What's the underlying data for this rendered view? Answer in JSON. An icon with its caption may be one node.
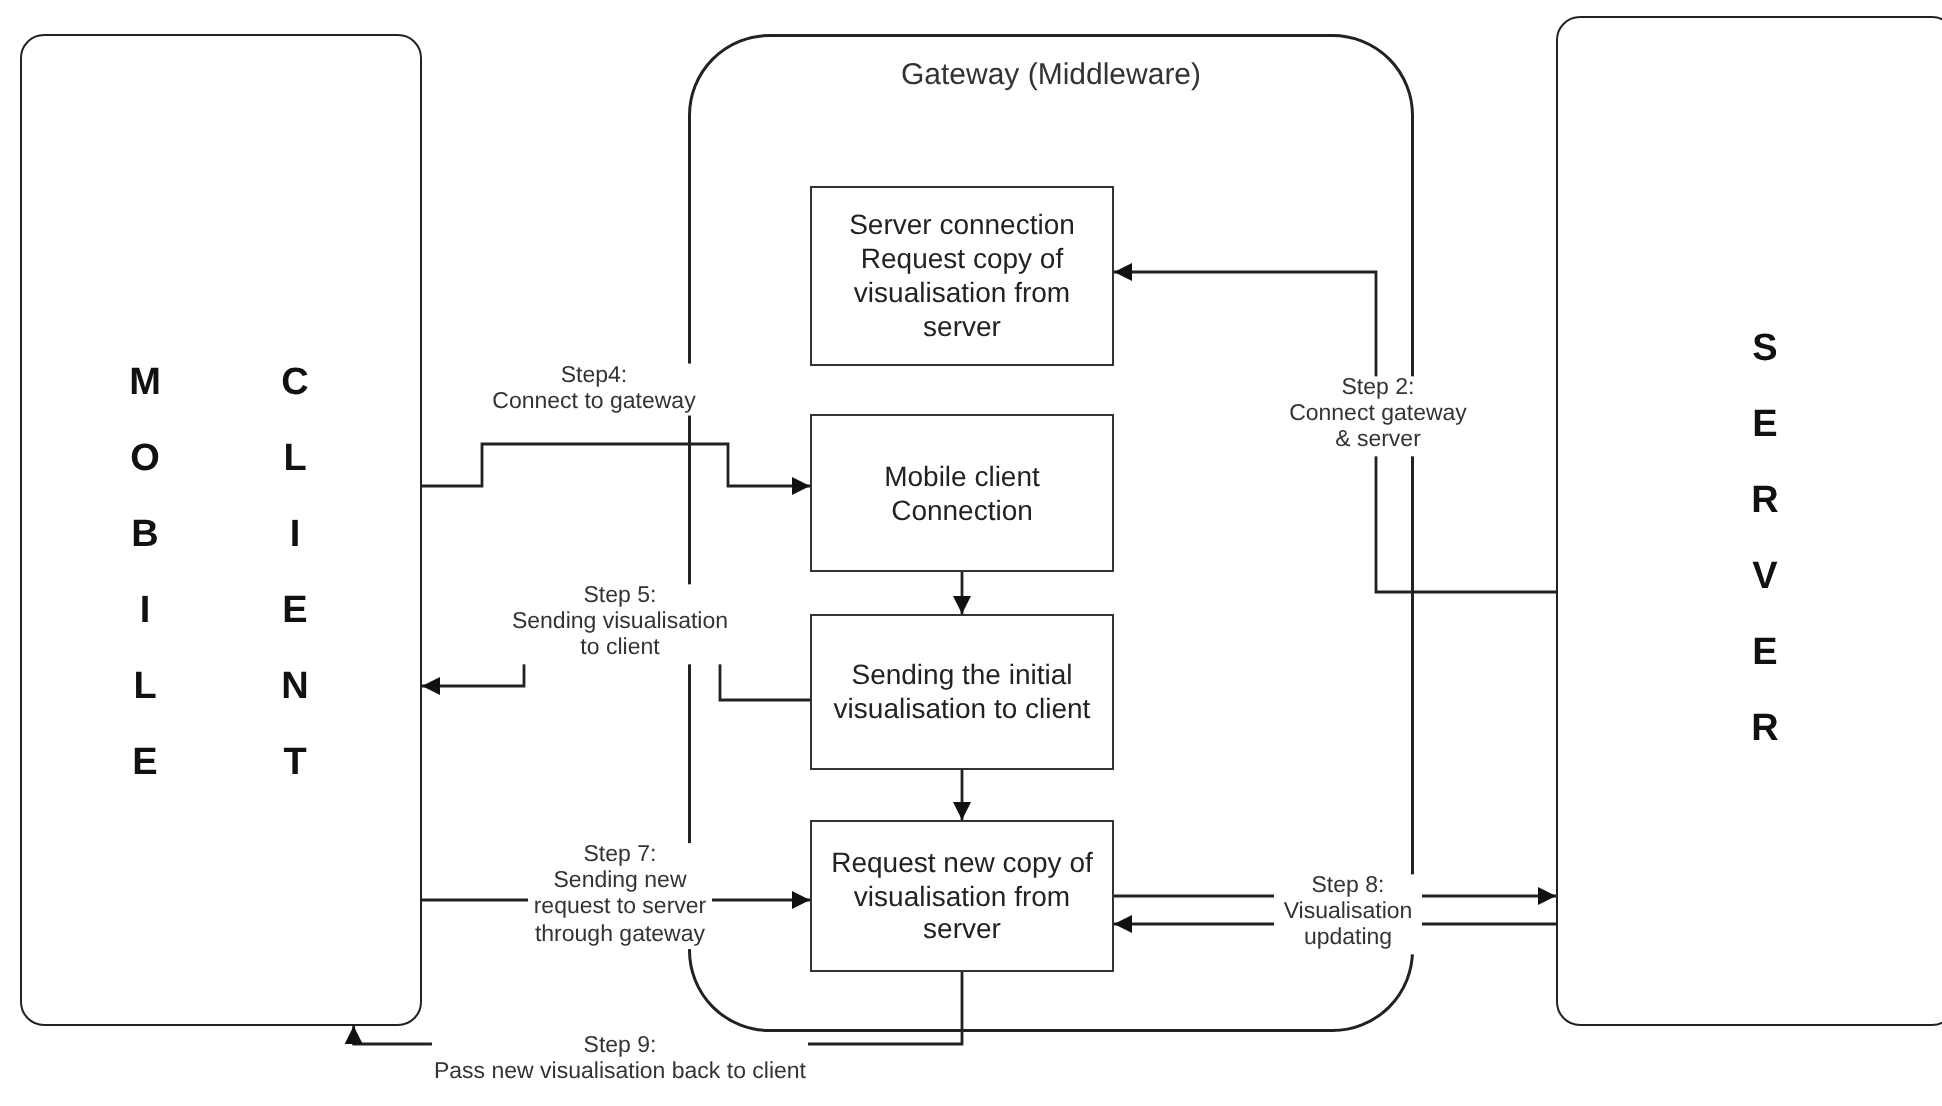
{
  "diagram": {
    "nodes": [
      {
        "text": [
          "MOBILE",
          "CLIENT"
        ]
      },
      {
        "text": [
          "Gateway (Middleware)"
        ]
      },
      {
        "text": [
          "Server connection",
          "Request copy of visualisation from server"
        ],
        "in": 1
      },
      {
        "text": [
          "Mobile client Connection"
        ],
        "in": 1
      },
      {
        "text": [
          "Sending the initial visualisation to client"
        ],
        "in": 1
      },
      {
        "text": [
          "Request new copy of visualisation from server"
        ],
        "in": 1
      },
      {
        "text": [
          "SERVER"
        ]
      }
    ],
    "edges": [
      {
        "from": 6,
        "to": 2,
        "arrow": "to",
        "label": "Step 2: Connect gateway & server"
      },
      {
        "from": 0,
        "to": 3,
        "arrow": "to",
        "label": "Step4: Connect to gateway"
      },
      {
        "from": 3,
        "to": 4,
        "arrow": "to"
      },
      {
        "from": 4,
        "to": 0,
        "arrow": "to",
        "label": "Step 5: Sending visualisation to client"
      },
      {
        "from": 4,
        "to": 5,
        "arrow": "to"
      },
      {
        "from": 0,
        "to": 5,
        "arrow": "to",
        "label": "Step 7: Sending new request to server through gateway"
      },
      {
        "from": 5,
        "to": 6,
        "arrow": "to",
        "label": "Step 8: Visualisation updating"
      },
      {
        "from": 6,
        "to": 5,
        "arrow": "to"
      },
      {
        "from": 5,
        "to": 0,
        "arrow": "to",
        "label": "Step 9: Pass new visualisation back to client"
      }
    ]
  }
}
